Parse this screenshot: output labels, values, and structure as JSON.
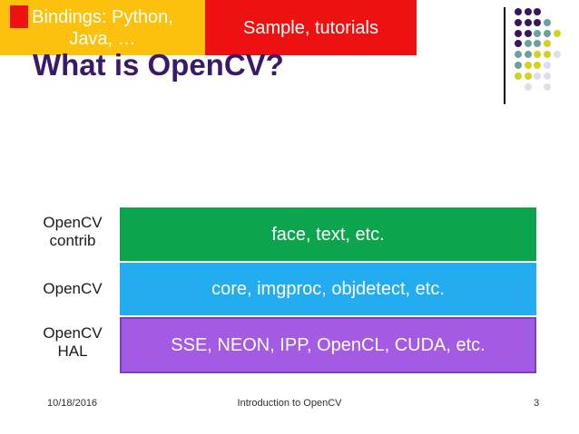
{
  "header": {
    "title": "What is OpenCV?"
  },
  "decoration": {
    "accent_color": "#ee1111",
    "line_color": "#000000",
    "dot_colors": {
      "P": "#38155a",
      "T": "#6d9fa0",
      "Y": "#d2d321",
      "L": "#dedeef"
    },
    "dot_pattern": [
      [
        "P",
        "P",
        "P"
      ],
      [
        "P",
        "P",
        "P",
        "T"
      ],
      [
        "P",
        "P",
        "T",
        "T",
        "Y"
      ],
      [
        "P",
        "T",
        "T",
        "Y"
      ],
      [
        "T",
        "T",
        "Y",
        "Y",
        "L"
      ],
      [
        "T",
        "Y",
        "Y",
        "L"
      ],
      [
        "Y",
        "Y",
        "L",
        "L"
      ],
      [
        "",
        "L",
        "",
        "L"
      ]
    ]
  },
  "diagram": {
    "top_row": {
      "left_block": {
        "label": "Bindings: Python,\nJava, …",
        "color": "#fbc10d"
      },
      "right_block": {
        "label": "Sample, tutorials",
        "color": "#ee1111"
      }
    },
    "rows": [
      {
        "label": "face, text, etc.",
        "color": "#0ca44d"
      },
      {
        "label": "core, imgproc, objdetect, etc.",
        "color": "#23acf0"
      },
      {
        "label": "SSE, NEON, IPP, OpenCL, CUDA, etc.",
        "color": "#a35be4",
        "border": "#7f3ec0"
      }
    ],
    "side_labels": [
      {
        "label": "OpenCV\ncontrib"
      },
      {
        "label": "OpenCV"
      },
      {
        "label": "OpenCV\nHAL"
      }
    ]
  },
  "footer": {
    "date": "10/18/2016",
    "center": "Introduction to OpenCV",
    "page": "3"
  }
}
